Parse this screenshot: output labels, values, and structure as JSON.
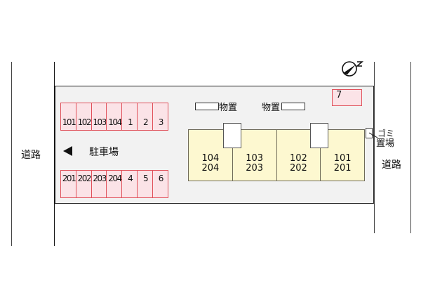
{
  "roads": {
    "left_label": "道路",
    "right_label": "道路"
  },
  "lot": {
    "parking_label": "駐車場",
    "arrow_icon": "left-arrow-icon",
    "parking_top": [
      "101",
      "102",
      "103",
      "104",
      "1",
      "2",
      "3"
    ],
    "parking_bottom": [
      "201",
      "202",
      "203",
      "204",
      "4",
      "5",
      "6"
    ],
    "parking_extra": "7",
    "storage_left": "物置",
    "storage_right": "物置",
    "garbage_label_line1": "ゴミ",
    "garbage_label_line2": "置場"
  },
  "building": {
    "units": [
      {
        "lower": "104",
        "upper": "204"
      },
      {
        "lower": "103",
        "upper": "203"
      },
      {
        "lower": "102",
        "upper": "202"
      },
      {
        "lower": "101",
        "upper": "201"
      }
    ]
  },
  "compass": {
    "icon": "compass-north-icon",
    "label": "N"
  },
  "colors": {
    "parking_fill": "#fbe3e7",
    "parking_border": "#e0505a",
    "building_fill": "#fdf8d0",
    "lot_fill": "#f2f2f2"
  }
}
